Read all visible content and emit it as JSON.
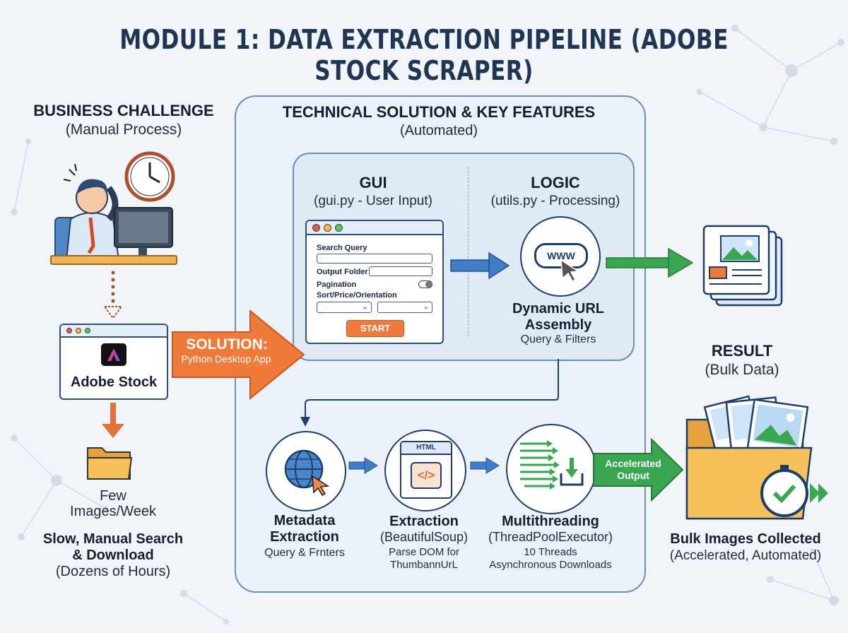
{
  "title": "MODULE 1: DATA EXTRACTION PIPELINE (ADOBE STOCK SCRAPER)",
  "business": {
    "heading": "BUSINESS CHALLENGE",
    "subheading": "(Manual Process)",
    "app_label": "Adobe Stock",
    "few_line1": "Few",
    "few_line2": "Images/Week",
    "slow_line1": "Slow, Manual Search",
    "slow_line2": "& Download",
    "slow_line3": "(Dozens of Hours)"
  },
  "solution_arrow": {
    "label": "SOLUTION:",
    "sublabel": "Python Desktop App"
  },
  "technical": {
    "heading": "TECHNICAL SOLUTION & KEY FEATURES",
    "subheading": "(Automated)"
  },
  "gui": {
    "heading": "GUI",
    "subheading": "(gui.py - User Input)",
    "fields": {
      "search_query": "Search Query",
      "output_folder": "Output Folder",
      "pagination": "Pagination",
      "sort": "Sort/Price/Orientation"
    },
    "start_button": "START"
  },
  "logic": {
    "heading": "LOGIC",
    "subheading": "(utils.py - Processing)",
    "icon_text": "WWW",
    "label_line1": "Dynamic URL",
    "label_line2": "Assembly",
    "caption": "Query & Filters"
  },
  "metadata": {
    "line1": "Metadata",
    "line2": "Extraction",
    "caption": "Query & Frnters"
  },
  "extraction": {
    "icon_text": "HTML",
    "heading": "Extraction",
    "subheading": "(BeautifulSoup)",
    "caption1": "Parse DOM for",
    "caption2": "ThumbannUrL"
  },
  "multithreading": {
    "heading": "Multithreading",
    "subheading": "(ThreadPoolExecutor)",
    "caption1": "10 Threads",
    "caption2": "Asynchronous Downloads"
  },
  "accelerated_arrow": {
    "line1": "Accelerated",
    "line2": "Output"
  },
  "result": {
    "heading": "RESULT",
    "subheading": "(Bulk Data)",
    "bulk_heading": "Bulk Images Collected",
    "bulk_sub": "(Accelerated, Automated)"
  },
  "colors": {
    "orange": "#ef7a3a",
    "blue_arrow": "#3f7ec4",
    "green_arrow": "#3aa652",
    "navy": "#1f3552"
  }
}
